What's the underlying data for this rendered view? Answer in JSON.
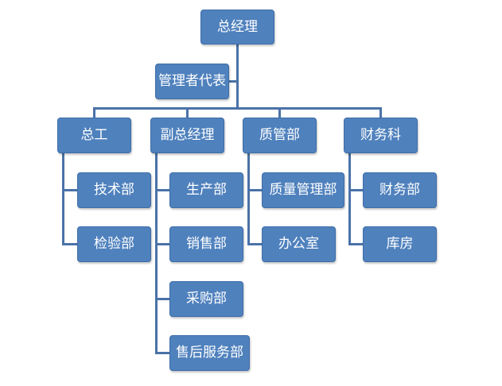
{
  "org_chart": {
    "top": "总经理",
    "assistant": "管理者代表",
    "departments": [
      {
        "label": "总工",
        "children": [
          "技术部",
          "检验部"
        ]
      },
      {
        "label": "副总经理",
        "children": [
          "生产部",
          "销售部",
          "采购部",
          "售后服务部"
        ]
      },
      {
        "label": "质管部",
        "children": [
          "质量管理部",
          "办公室"
        ]
      },
      {
        "label": "财务科",
        "children": [
          "财务部",
          "库房"
        ]
      }
    ]
  },
  "colors": {
    "box_fill": "#4f81bd",
    "box_border": "#3d6da8",
    "connector": "#4a72a8",
    "text": "#ffffff",
    "background": "#ffffff"
  }
}
